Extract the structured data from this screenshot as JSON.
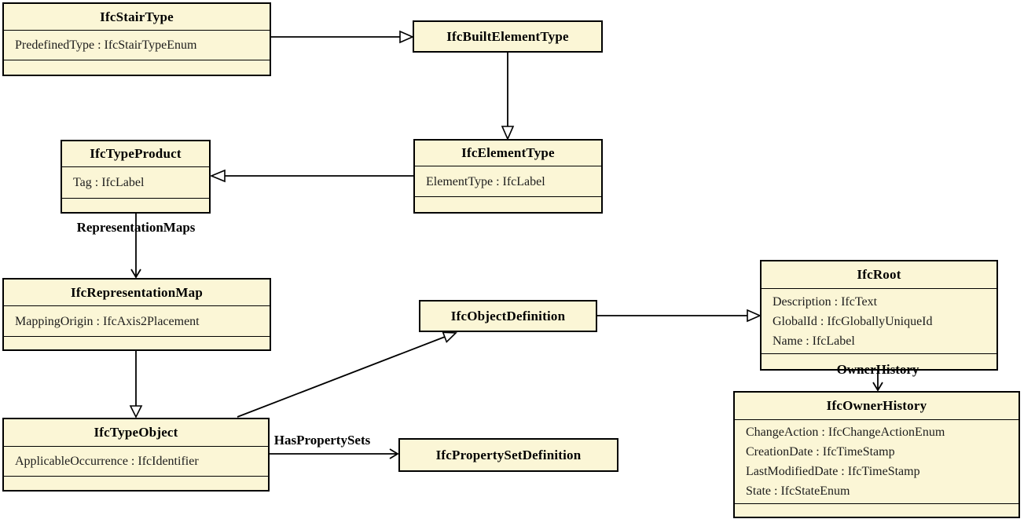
{
  "diagram": {
    "background": "#ffffff",
    "box_fill": "#fbf6d6",
    "border_color": "#000000"
  },
  "classes": [
    {
      "title": "IfcStairType",
      "attributes": [
        "PredefinedType : IfcStairTypeEnum"
      ]
    },
    {
      "title": "IfcBuiltElementType",
      "attributes": []
    },
    {
      "title": "IfcTypeProduct",
      "attributes": [
        "Tag : IfcLabel"
      ]
    },
    {
      "title": "IfcElementType",
      "attributes": [
        "ElementType : IfcLabel"
      ]
    },
    {
      "title": "IfcRepresentationMap",
      "attributes": [
        "MappingOrigin : IfcAxis2Placement"
      ]
    },
    {
      "title": "IfcObjectDefinition",
      "attributes": []
    },
    {
      "title": "IfcRoot",
      "attributes": [
        "Description : IfcText",
        "GlobalId : IfcGloballyUniqueId",
        "Name : IfcLabel"
      ]
    },
    {
      "title": "IfcTypeObject",
      "attributes": [
        "ApplicableOccurrence : IfcIdentifier"
      ]
    },
    {
      "title": "IfcPropertySetDefinition",
      "attributes": []
    },
    {
      "title": "IfcOwnerHistory",
      "attributes": [
        "ChangeAction : IfcChangeActionEnum",
        "CreationDate : IfcTimeStamp",
        "LastModifiedDate : IfcTimeStamp",
        "State : IfcStateEnum"
      ]
    }
  ],
  "edge_labels": {
    "representation_maps": "RepresentationMaps",
    "has_property_sets": "HasPropertySets",
    "owner_history": "OwnerHistory"
  }
}
